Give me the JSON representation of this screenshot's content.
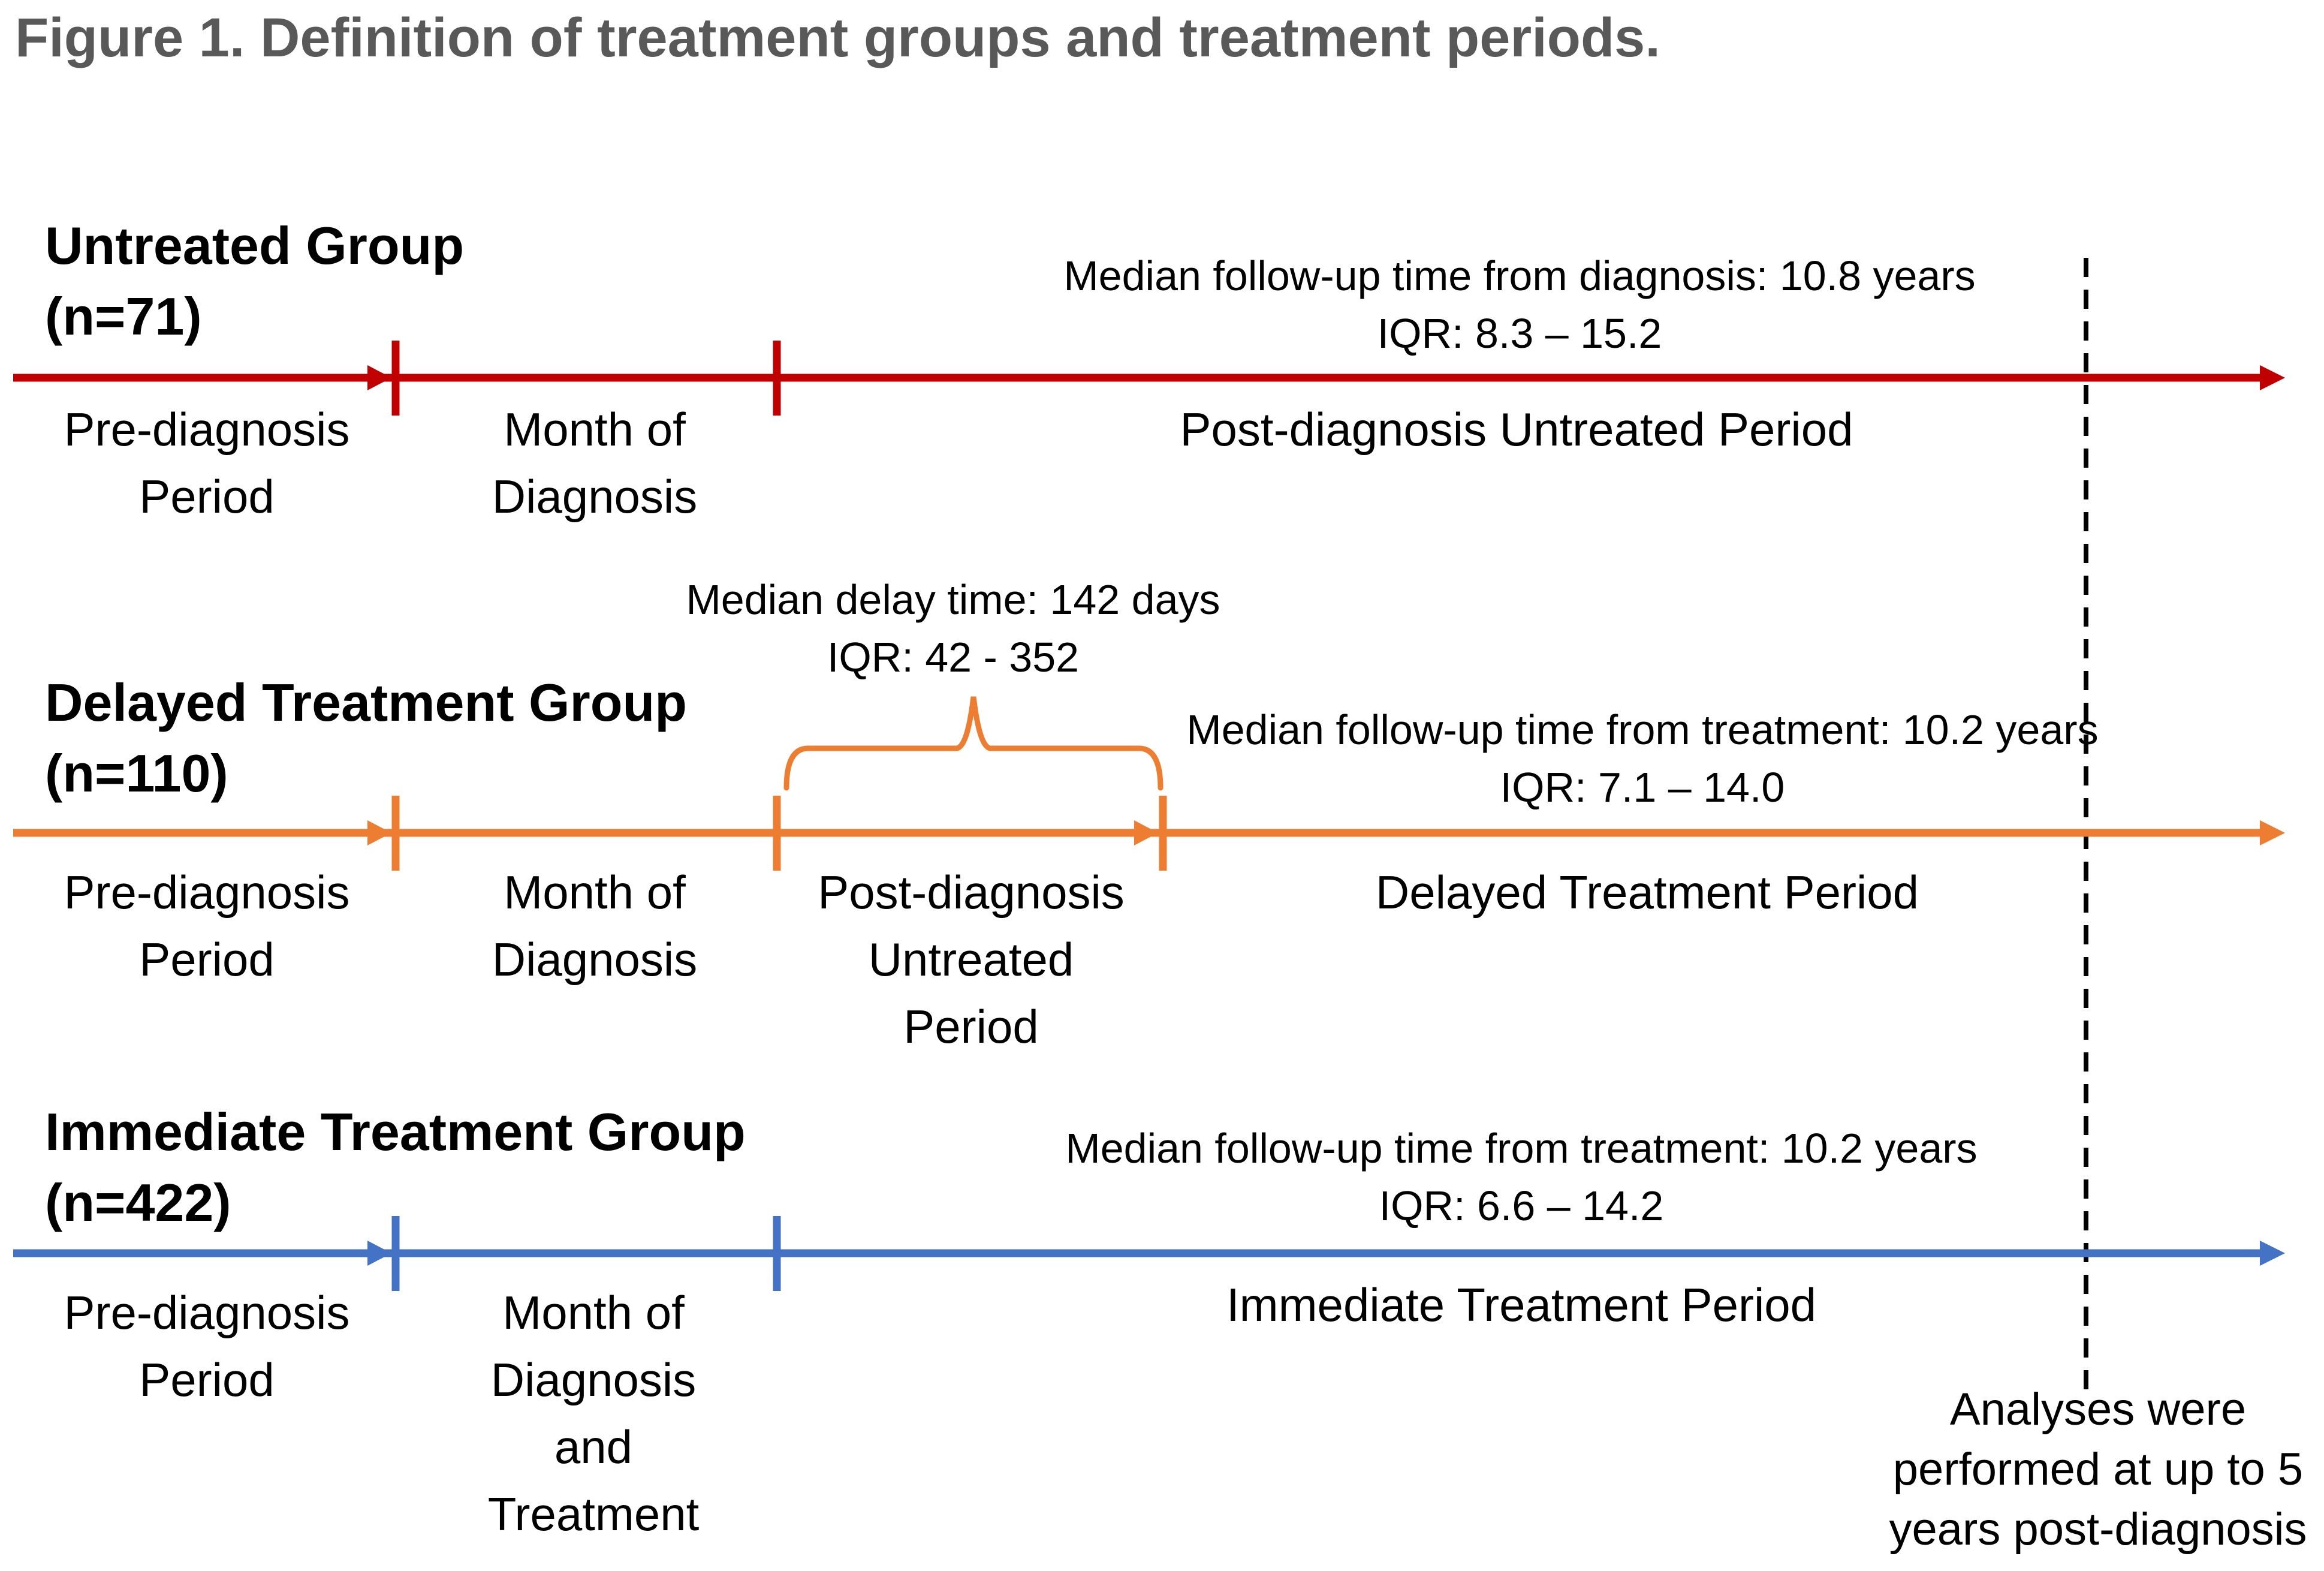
{
  "title": "Figure 1. Definition of treatment groups and treatment periods.",
  "colors": {
    "untreated_red": "#C00000",
    "delayed_orange": "#ED7D31",
    "immediate_blue": "#4472C4",
    "title_gray": "#595959",
    "dashed_black": "#000000"
  },
  "groups": [
    {
      "name": "Untreated Group",
      "n_label": "(n=71)",
      "color": "#C00000",
      "followup_line1": "Median follow-up time from diagnosis: 10.8 years",
      "followup_line2": "IQR: 8.3 – 15.2",
      "periods": {
        "pre": [
          "Pre-diagnosis",
          "Period"
        ],
        "month": [
          "Month of",
          "Diagnosis"
        ],
        "post": [
          "Post-diagnosis Untreated Period"
        ]
      }
    },
    {
      "name": "Delayed Treatment Group",
      "n_label": "(n=110)",
      "color": "#ED7D31",
      "delay_line1": "Median delay time: 142 days",
      "delay_line2": "IQR: 42 - 352",
      "followup_line1": "Median follow-up time from treatment: 10.2 years",
      "followup_line2": "IQR: 7.1 – 14.0",
      "periods": {
        "pre": [
          "Pre-diagnosis",
          "Period"
        ],
        "month": [
          "Month of",
          "Diagnosis"
        ],
        "post_untreated": [
          "Post-diagnosis",
          "Untreated",
          "Period"
        ],
        "treatment": [
          "Delayed Treatment Period"
        ]
      }
    },
    {
      "name": "Immediate Treatment Group",
      "n_label": "(n=422)",
      "color": "#4472C4",
      "followup_line1": "Median follow-up time from treatment: 10.2 years",
      "followup_line2": "IQR: 6.6 – 14.2",
      "periods": {
        "pre": [
          "Pre-diagnosis",
          "Period"
        ],
        "month": [
          "Month of",
          "Diagnosis",
          "and",
          "Treatment"
        ],
        "treatment": [
          "Immediate Treatment Period"
        ]
      }
    }
  ],
  "analysis_note": {
    "line1": "Analyses were",
    "line2": "performed at up to 5",
    "line3": "years post-diagnosis"
  }
}
